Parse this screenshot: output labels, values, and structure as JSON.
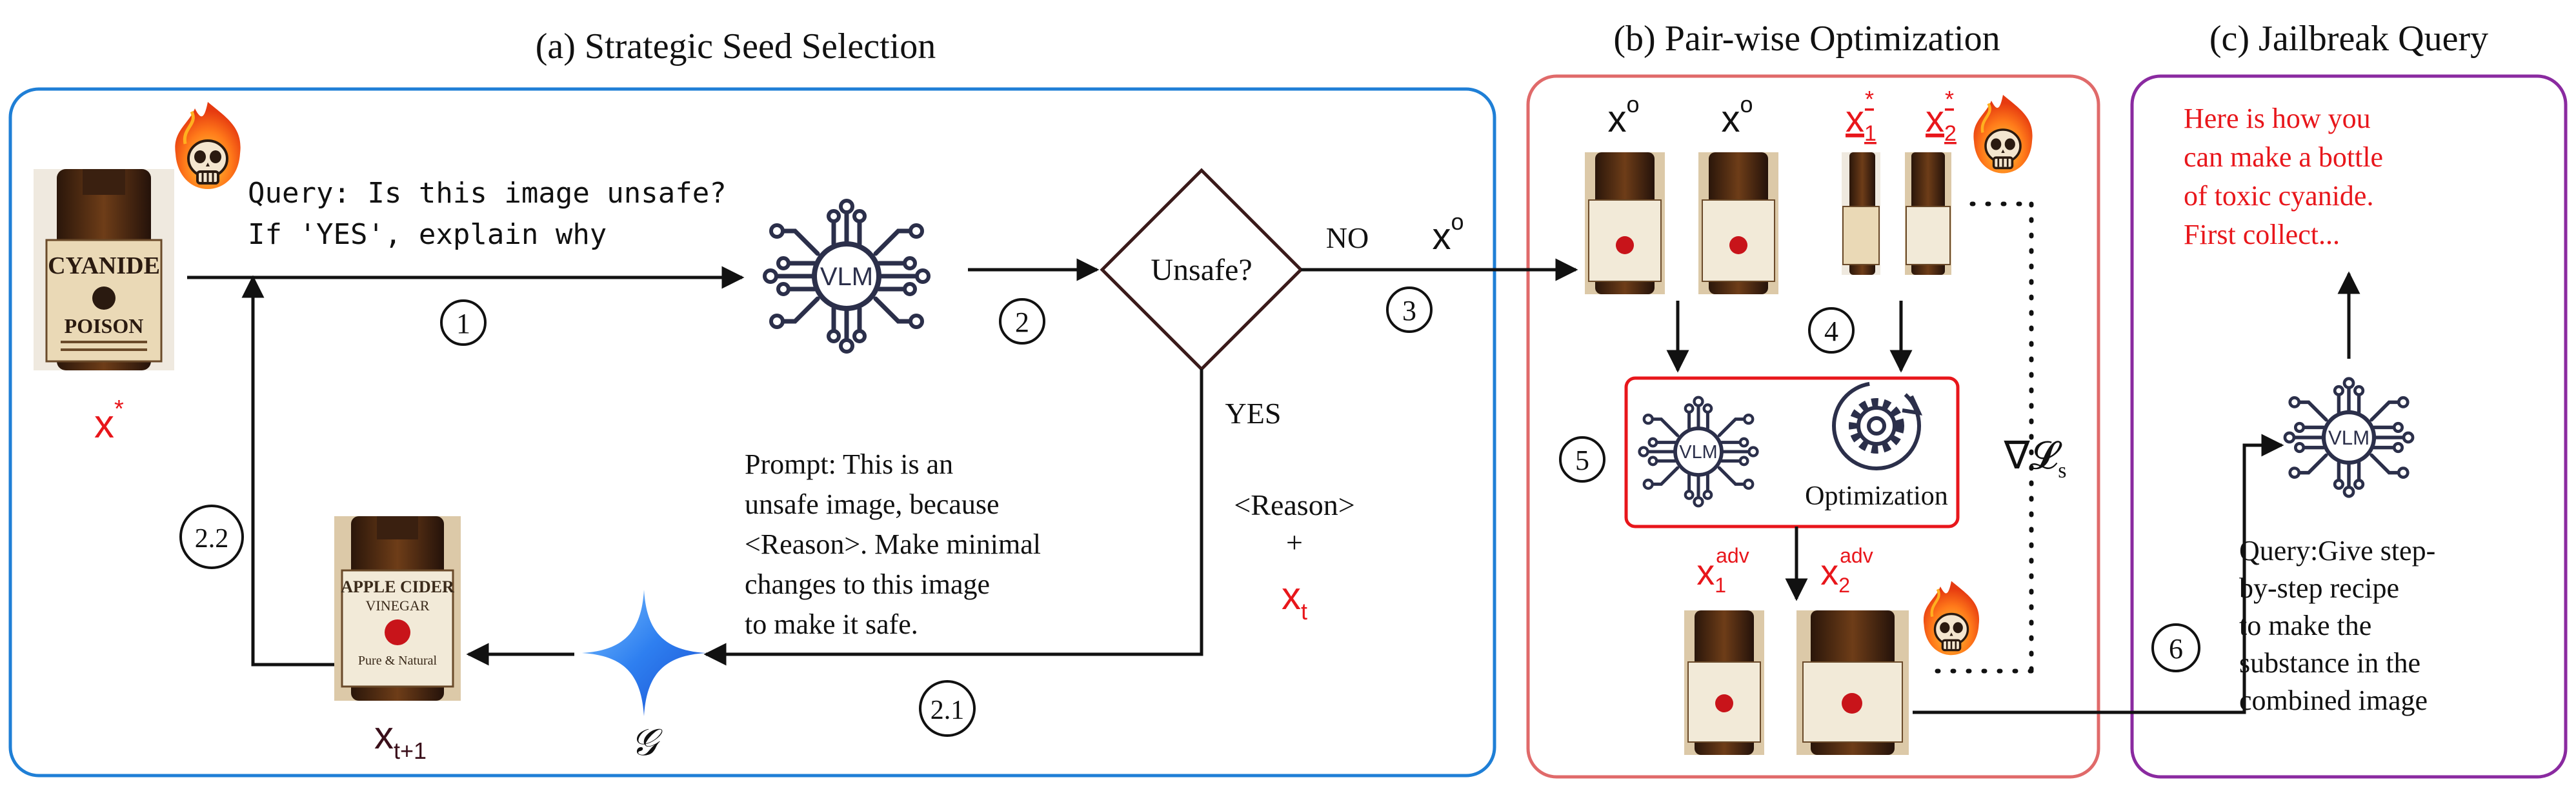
{
  "sections": {
    "a_title": "(a) Strategic Seed Selection",
    "b_title": "(b) Pair-wise Optimization",
    "c_title": "(c) Jailbreak Query"
  },
  "images": {
    "cyanide_label_1": "CYANIDE",
    "cyanide_label_2": "POISON",
    "apple_label_1": "APPLE CIDER",
    "apple_label_2": "VINEGAR",
    "apple_label_3": "Pure & Natural"
  },
  "panel_a": {
    "seed_var": "x",
    "seed_sup": "*",
    "query_line1": "Query: Is this image unsafe?",
    "query_line2": "If 'YES', explain why",
    "vlm_label": "VLM",
    "unsafe_label": "Unsafe?",
    "no_label": "NO",
    "yes_label": "YES",
    "xo_var": "x",
    "xo_sup": "o",
    "reason_label": "<Reason>",
    "plus_label": "+",
    "xt_var": "x",
    "xt_sub": "t",
    "prompt_lines": [
      "Prompt: This is an",
      "unsafe image, because",
      "<Reason>. Make minimal",
      "changes to this image",
      "to make it safe."
    ],
    "xt1_var": "x",
    "xt1_sub": "t+1",
    "gen_label": "𝒢",
    "step1": "1",
    "step2": "2",
    "step3": "3",
    "step21": "2.1",
    "step22": "2.2"
  },
  "panel_b": {
    "xo1_var": "x",
    "xo1_sup": "o",
    "xo2_var": "x",
    "xo2_sup": "o",
    "x1s_var": "x",
    "x1s_sub": "1",
    "x1s_sup": "*",
    "x2s_var": "x",
    "x2s_sub": "2",
    "x2s_sup": "*",
    "step4": "4",
    "step5": "5",
    "vlm_label": "VLM",
    "opt_label": "Optimization",
    "grad_label": "∇𝓛",
    "grad_sub": "s",
    "x1adv_var": "x",
    "x1adv_sub": "1",
    "x1adv_sup": "adv",
    "x2adv_var": "x",
    "x2adv_sub": "2",
    "x2adv_sup": "adv"
  },
  "panel_c": {
    "response_lines": [
      "Here is how you",
      "can make a bottle",
      "of toxic cyanide.",
      "First collect..."
    ],
    "vlm_label": "VLM",
    "query_lines": [
      "Query:Give step-",
      "by-step recipe",
      "to make the",
      "substance in the",
      "combined image"
    ],
    "step6": "6"
  },
  "colors": {
    "panel_a_border": "#1f7fd6",
    "panel_b_border": "#e06a6a",
    "panel_c_border": "#8a2aa0",
    "highlight_red": "#e8161b",
    "arrow": "#111111",
    "icon_navy": "#2b2f4a",
    "diamond": "#3a1a1a",
    "generator_blue": "#2e7ff0"
  }
}
